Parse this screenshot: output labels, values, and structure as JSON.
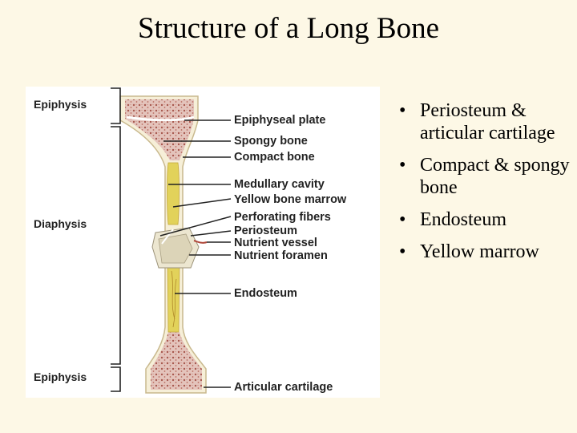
{
  "title": "Structure of a Long Bone",
  "figure": {
    "regions": {
      "epiphysis_top": "Epiphysis",
      "diaphysis": "Diaphysis",
      "epiphysis_bottom": "Epiphysis"
    },
    "parts": [
      "Epiphyseal plate",
      "Spongy bone",
      "Compact bone",
      "Medullary cavity",
      "Yellow bone marrow",
      "Perforating fibers",
      "Periosteum",
      "Nutrient vessel",
      "Nutrient foramen",
      "Endosteum",
      "Articular cartilage"
    ]
  },
  "bullets": [
    "Periosteum & articular cartilage",
    "Compact & spongy bone",
    "Endosteum",
    "Yellow marrow"
  ],
  "colors": {
    "background": "#fdf8e6",
    "spongy_bone": "#d8b0a8",
    "compact_bone": "#f6efd8",
    "marrow": "#e2d25a"
  }
}
